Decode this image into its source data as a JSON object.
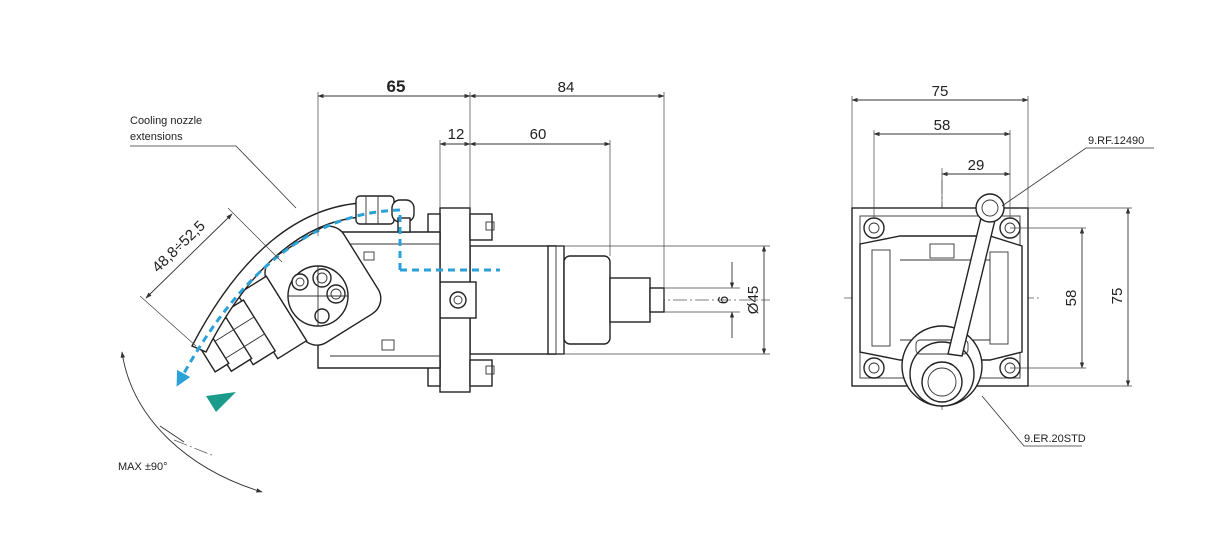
{
  "dimensions": {
    "side_view": {
      "d65": "65",
      "d84": "84",
      "d12": "12",
      "d60": "60",
      "d6": "6",
      "d45": "Ø45",
      "d_range": "48,8÷52,5"
    },
    "end_view": {
      "d75_top": "75",
      "d58_top": "58",
      "d29": "29",
      "d58_side": "58",
      "d75_side": "75"
    }
  },
  "callouts": {
    "cooling_line1": "Cooling nozzle",
    "cooling_line2": "extensions",
    "part_rf": "9.RF.12490",
    "part_er": "9.ER.20STD",
    "rotation": "MAX ±90°"
  },
  "colors": {
    "coolant": "#2aa2d8",
    "arrow_teal": "#1a9b8c",
    "line": "#222222"
  }
}
